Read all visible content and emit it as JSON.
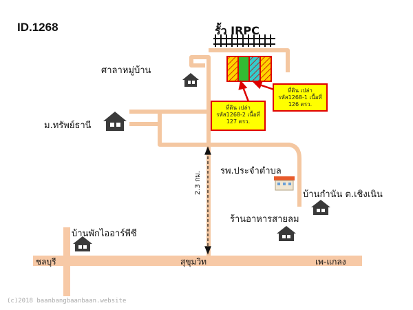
{
  "title": "ID.1268",
  "fence_label": "รั้ว IRPC",
  "places": {
    "village_hall": "ศาลาหมู่บ้าน",
    "mubaan": "ม.ทรัพย์ธานี",
    "hospital": "รพ.ประจำตำบล",
    "kamnan_house": "บ้านกำนัน ต.เชิงเนิน",
    "restaurant": "ร้านอาหารสายลม",
    "irpc_lodge": "บ้านพักไออาร์พีซี"
  },
  "roads": {
    "left_end": "ชลบุรี",
    "main": "สุขุมวิท",
    "right_end": "เพ-แกลง"
  },
  "distance": "2.3 กม.",
  "plots": [
    {
      "line1": "ที่ดิน เปล่า",
      "line2": "รหัส1268-1 เนื้อที่",
      "line3": "126 ตรว."
    },
    {
      "line1": "ที่ดิน เปล่า",
      "line2": "รหัส1268-2 เนื้อที่",
      "line3": "127 ตรว."
    }
  ],
  "colors": {
    "road": "#f4c7a1",
    "main_road": "#f7c9a6",
    "box_fill": "#ffff00",
    "box_border": "#e00000",
    "plot_yellow": "#ffd400",
    "plot_green": "#33bb33",
    "plot_cyan": "#33cccc",
    "plot_border": "#dd0000"
  },
  "copyright": "(c)2018 baanbangbaanbaan.website"
}
